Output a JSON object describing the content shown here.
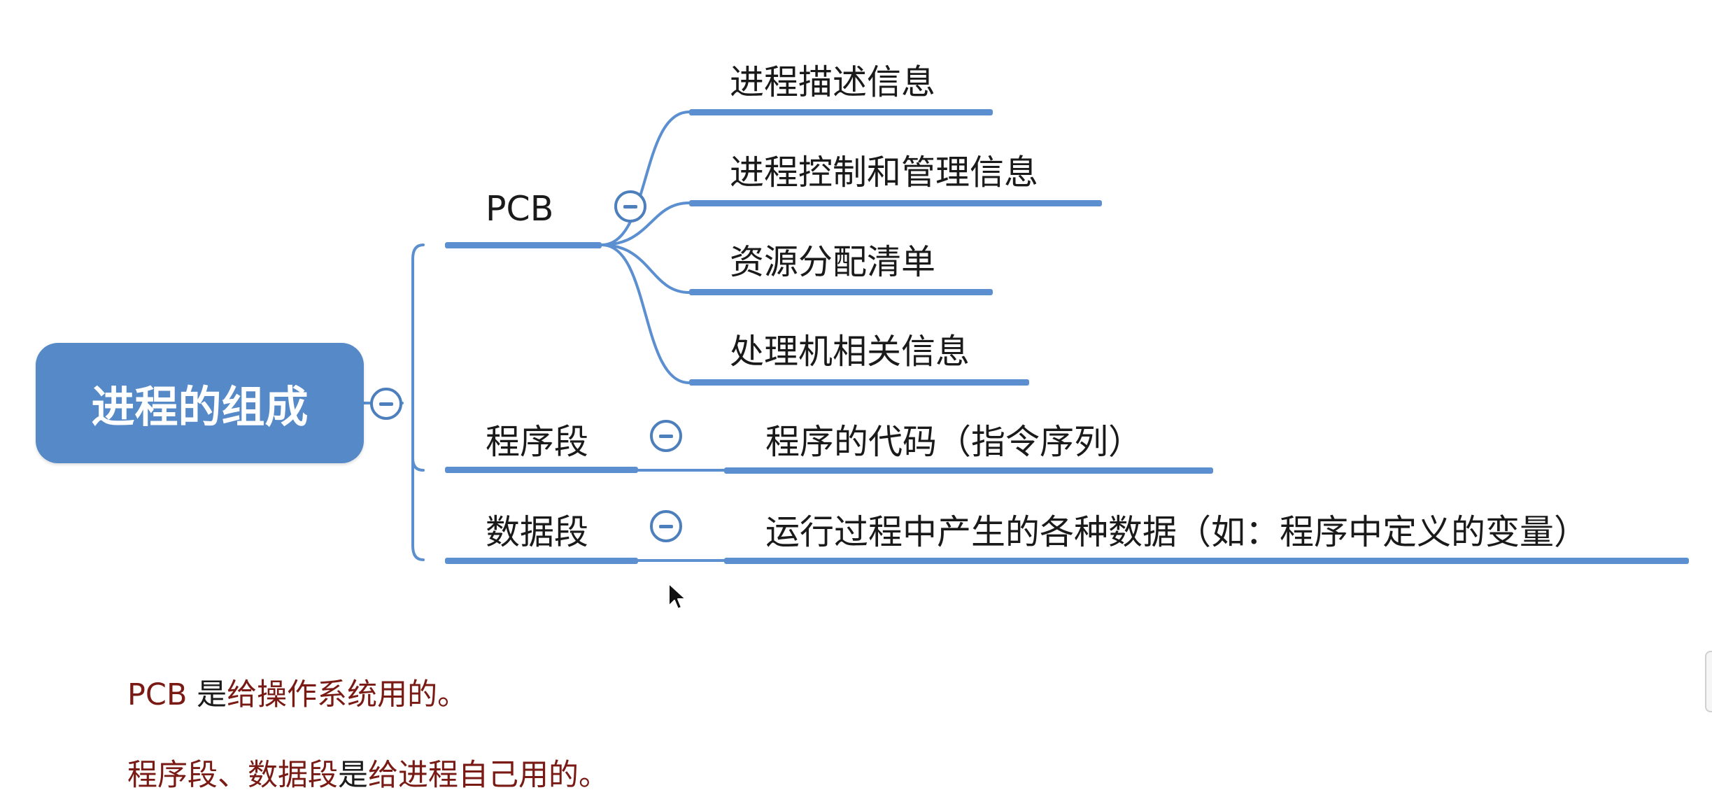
{
  "mindmap": {
    "root": {
      "label": "进程的组成"
    },
    "branches": [
      {
        "label": "PCB",
        "children": [
          "进程描述信息",
          "进程控制和管理信息",
          "资源分配清单",
          "处理机相关信息"
        ]
      },
      {
        "label": "程序段",
        "children": [
          "程序的代码（指令序列）"
        ]
      },
      {
        "label": "数据段",
        "children": [
          "运行过程中产生的各种数据（如：程序中定义的变量）"
        ]
      }
    ],
    "line_color": "#5b8fd0",
    "node_color": "#5589c8"
  },
  "notes": {
    "line1": {
      "subject": "PCB",
      "verb": "是",
      "rest": "给操作系统用的。"
    },
    "line2": {
      "subject": "程序段、数据段",
      "verb": "是",
      "rest": "给进程自己用的。"
    }
  },
  "colors": {
    "note_text": "#7a1a14",
    "toggle": "#4e7fbd"
  },
  "icons": [
    "collapse-icon",
    "mouse-pointer-icon"
  ]
}
